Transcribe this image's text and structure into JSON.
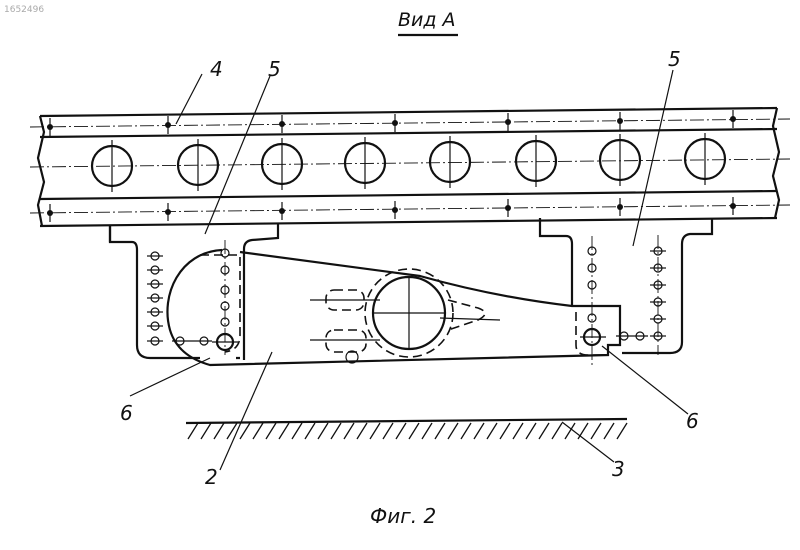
{
  "watermark": "1652496",
  "view_title": "Вид А",
  "figure_caption": "Фиг. 2",
  "labels": {
    "part_4": "4",
    "part_5_left": "5",
    "part_5_right": "5",
    "part_6_left": "6",
    "part_6_right": "6",
    "part_2": "2",
    "part_3": "3"
  }
}
